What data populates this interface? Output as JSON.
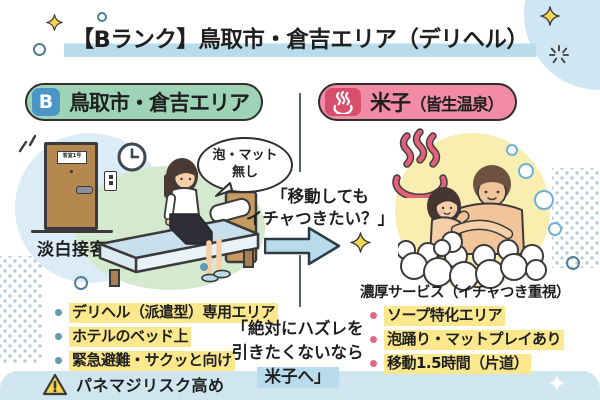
{
  "title": {
    "text": "【Bランク】鳥取市・倉吉エリア（デリヘル）"
  },
  "left_column": {
    "pill": {
      "badge": "B",
      "label": "鳥取市・倉吉エリア"
    },
    "scene": {
      "door_plate": "客室1号",
      "caption": "淡白接客",
      "bubble_line1": "泡・マット",
      "bubble_line2": "無し"
    },
    "bullets": [
      "デリヘル（派遣型）専用エリア",
      "ホテルのベッド上",
      "緊急避難・サクッと向け"
    ],
    "warning": "パネマジリスク高め"
  },
  "right_column": {
    "pill": {
      "label": "米子",
      "label_sub": "（皆生温泉）"
    },
    "heading": "濃厚サービス（イチャつき重視）",
    "bullets": [
      "ソープ特化エリア",
      "泡踊り・マットプレイあり",
      "移動1.5時間（片道）"
    ]
  },
  "center": {
    "question_line1": "「移動しても",
    "question_line2": "イチャつきたい？」",
    "quote_line1": "「絶対にハズレを",
    "quote_line2": "引きたくないなら",
    "quote_line3": "米子へ」"
  },
  "colors": {
    "accent_blue": "#b9dcec",
    "band_blue": "#cfe6f1",
    "pill_green": "#9ed3b6",
    "pill_pink": "#f28ba6",
    "badge_blue": "#4b96c8",
    "badge_crimson": "#d84f6e",
    "highlight_yellow": "#fbe88d",
    "sparkle_yellow": "#f6d752"
  }
}
